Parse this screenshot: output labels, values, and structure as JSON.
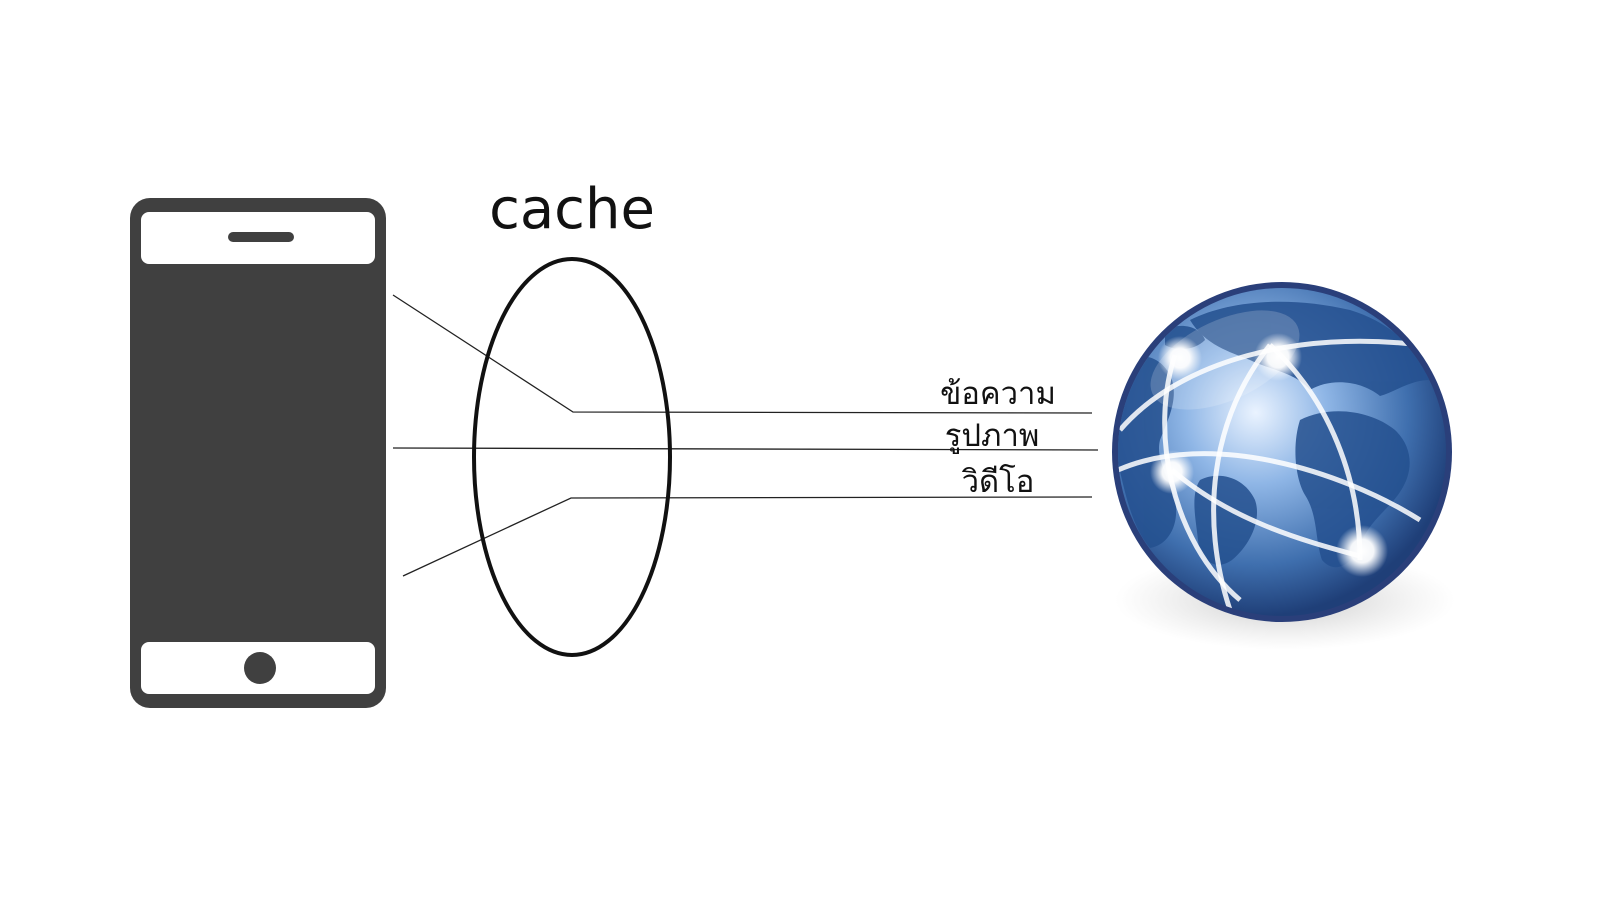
{
  "diagram": {
    "cache_label": "cache",
    "data_items": [
      "ข้อความ",
      "รูปภาพ",
      "วิดีโอ"
    ]
  },
  "colors": {
    "phone_body": "#404040",
    "phone_screen_frame": "#ffffff",
    "line": "#222222",
    "cache_ring": "#111111",
    "globe_ocean": "#2f5f9e",
    "globe_land": "#1f4478",
    "globe_highlight": "#dbe9ff"
  },
  "icons": {
    "device": "smartphone-icon",
    "network": "globe-network-icon"
  }
}
